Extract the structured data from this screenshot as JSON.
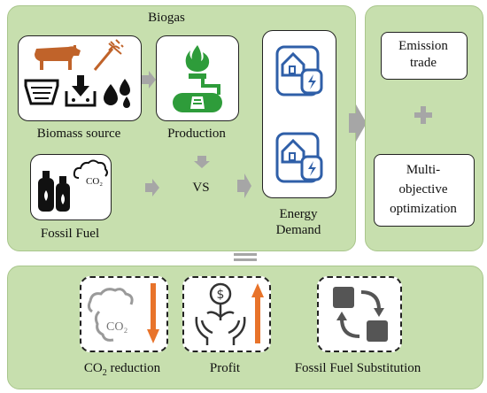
{
  "panels": {
    "biogas_title": "Biogas",
    "biomass_label": "Biomass source",
    "production_label": "Production",
    "fossil_label": "Fossil Fuel",
    "vs_label": "VS",
    "energy_label_line1": "Energy",
    "energy_label_line2": "Demand",
    "emission_line1": "Emission",
    "emission_line2": "trade",
    "moo_line1": "Multi-",
    "moo_line2": "objective",
    "moo_line3": "optimization",
    "co2_icon_text": "CO₂",
    "co2_cloud_text": "CO₂"
  },
  "outcomes": {
    "co2_label_prefix": "CO",
    "co2_label_sub": "2",
    "co2_label_suffix": " reduction",
    "profit_label": "Profit",
    "substitution_label": "Fossil Fuel Substitution"
  },
  "colors": {
    "panel_green": "#c7dfae",
    "flame_green": "#2e9c3a",
    "house_blue": "#2f5fa8",
    "arrow_gray": "#a6a6a6",
    "orange": "#e8732a",
    "cow_brown": "#c0632a"
  }
}
